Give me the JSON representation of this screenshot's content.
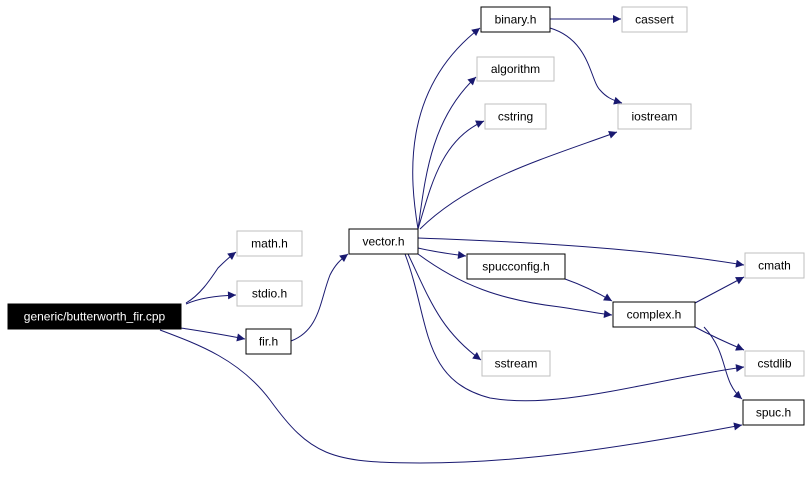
{
  "title": "Include dependency graph for generic/butterworth_fir.cpp",
  "colors": {
    "edge": "#191970",
    "root_fill": "#000000",
    "root_text": "#ffffff",
    "documented_border": "#000000",
    "undocumented_border": "#bfbfbf",
    "text": "#000000"
  },
  "nodes": [
    {
      "id": "root",
      "label": "generic/butterworth_fir.cpp",
      "kind": "root"
    },
    {
      "id": "math_h",
      "label": "math.h",
      "kind": "external"
    },
    {
      "id": "stdio_h",
      "label": "stdio.h",
      "kind": "external"
    },
    {
      "id": "fir_h",
      "label": "fir.h",
      "kind": "documented"
    },
    {
      "id": "vector_h",
      "label": "vector.h",
      "kind": "documented"
    },
    {
      "id": "binary_h",
      "label": "binary.h",
      "kind": "documented"
    },
    {
      "id": "algorithm",
      "label": "algorithm",
      "kind": "external"
    },
    {
      "id": "cstring",
      "label": "cstring",
      "kind": "external"
    },
    {
      "id": "cassert",
      "label": "cassert",
      "kind": "external"
    },
    {
      "id": "iostream",
      "label": "iostream",
      "kind": "external"
    },
    {
      "id": "spucconfig_h",
      "label": "spucconfig.h",
      "kind": "documented"
    },
    {
      "id": "cmath",
      "label": "cmath",
      "kind": "external"
    },
    {
      "id": "complex_h",
      "label": "complex.h",
      "kind": "documented"
    },
    {
      "id": "sstream",
      "label": "sstream",
      "kind": "external"
    },
    {
      "id": "cstdlib",
      "label": "cstdlib",
      "kind": "external"
    },
    {
      "id": "spuc_h",
      "label": "spuc.h",
      "kind": "documented"
    }
  ],
  "edges": [
    {
      "from": "root",
      "to": "math_h"
    },
    {
      "from": "root",
      "to": "stdio_h"
    },
    {
      "from": "root",
      "to": "fir_h"
    },
    {
      "from": "root",
      "to": "spuc_h"
    },
    {
      "from": "fir_h",
      "to": "vector_h"
    },
    {
      "from": "vector_h",
      "to": "binary_h"
    },
    {
      "from": "vector_h",
      "to": "algorithm"
    },
    {
      "from": "vector_h",
      "to": "cstring"
    },
    {
      "from": "vector_h",
      "to": "iostream"
    },
    {
      "from": "vector_h",
      "to": "cmath"
    },
    {
      "from": "vector_h",
      "to": "spucconfig_h"
    },
    {
      "from": "vector_h",
      "to": "complex_h"
    },
    {
      "from": "vector_h",
      "to": "sstream"
    },
    {
      "from": "vector_h",
      "to": "cstdlib"
    },
    {
      "from": "binary_h",
      "to": "cassert"
    },
    {
      "from": "binary_h",
      "to": "iostream"
    },
    {
      "from": "spucconfig_h",
      "to": "complex_h"
    },
    {
      "from": "complex_h",
      "to": "cmath"
    },
    {
      "from": "complex_h",
      "to": "cstdlib"
    },
    {
      "from": "complex_h",
      "to": "spuc_h"
    }
  ]
}
